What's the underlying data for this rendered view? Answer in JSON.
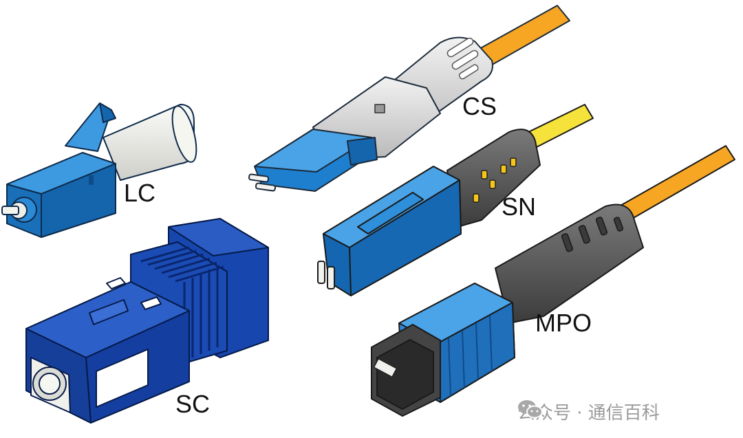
{
  "labels": {
    "lc": "LC",
    "cs": "CS",
    "sn": "SN",
    "mpo": "MPO",
    "sc": "SC"
  },
  "watermark": {
    "text": "公众号 · 通信百科",
    "icon": "wechat-icon"
  },
  "colors": {
    "connector_blue": "#1b74c8",
    "sc_blue": "#1440a8",
    "boot_gray": "#5a5a5a",
    "fiber_orange": "#f6a623",
    "fiber_yellow": "#f5e23a",
    "ferrule_white": "#eeeeea"
  }
}
